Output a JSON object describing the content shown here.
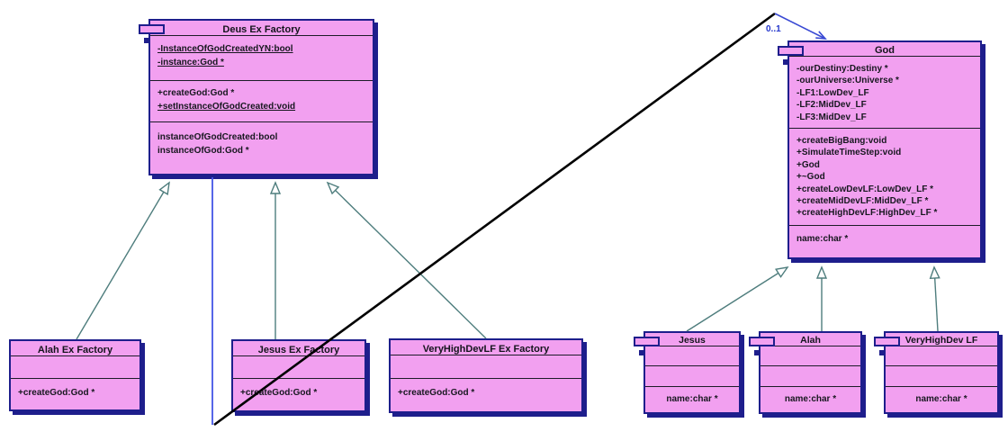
{
  "colors": {
    "class_fill": "#f2a0f0",
    "class_border": "#1e1e8c",
    "generalization_line": "#4e7d7d",
    "association_line": "#3a4ad4",
    "crossing_line": "#000000",
    "background": "#ffffff"
  },
  "classes": {
    "deus_factory": {
      "title": "Deus Ex Factory",
      "attributes": [
        "-InstanceOfGodCreatedYN:bool",
        "-instance:God *"
      ],
      "methods": [
        "+createGod:God *",
        "+setInstanceOfGodCreated:void"
      ],
      "properties": [
        "instanceOfGodCreated:bool",
        "instanceOfGod:God *"
      ]
    },
    "god": {
      "title": "God",
      "attributes": [
        "-ourDestiny:Destiny *",
        "-ourUniverse:Universe *",
        "-LF1:LowDev_LF",
        "-LF2:MidDev_LF",
        "-LF3:MidDev_LF"
      ],
      "methods": [
        "+createBigBang:void",
        "+SimulateTimeStep:void",
        "+God",
        "+~God",
        "+createLowDevLF:LowDev_LF *",
        "+createMidDevLF:MidDev_LF *",
        "+createHighDevLF:HighDev_LF *"
      ],
      "properties": [
        "name:char *"
      ]
    },
    "alah_factory": {
      "title": "Alah Ex Factory",
      "methods": [
        "+createGod:God *"
      ]
    },
    "jesus_factory": {
      "title": "Jesus Ex Factory",
      "methods": [
        "+createGod:God *"
      ]
    },
    "vhd_factory": {
      "title": "VeryHighDevLF Ex Factory",
      "methods": [
        "+createGod:God *"
      ]
    },
    "jesus": {
      "title": "Jesus",
      "properties": [
        "name:char *"
      ]
    },
    "alah": {
      "title": "Alah",
      "properties": [
        "name:char *"
      ]
    },
    "vhd": {
      "title": "VeryHighDev LF",
      "properties": [
        "name:char *"
      ]
    }
  },
  "labels": {
    "god_multiplicity": "0..1"
  }
}
